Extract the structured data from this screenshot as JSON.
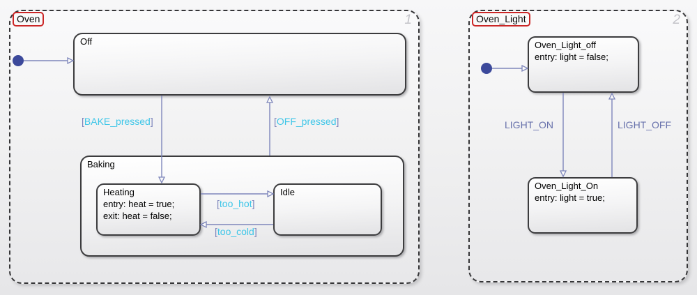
{
  "chart": {
    "tool": "stateflow-chart-canvas",
    "colors": {
      "transition_line": "#7e86bb",
      "condition_text": "#3ec6e8",
      "event_text": "#6670ab",
      "state_border": "#3c3c3e",
      "name_highlight_outline": "#cb2626",
      "initial_dot": "#3c499b",
      "page_number_text": "#c3c3c8"
    }
  },
  "oven": {
    "title": "Oven",
    "page_number": "1",
    "states": {
      "off": {
        "title": "Off"
      },
      "baking": {
        "title": "Baking"
      },
      "heating": {
        "title": "Heating",
        "entry": "entry: heat = true;",
        "exit": "exit: heat = false;"
      },
      "idle": {
        "title": "Idle"
      }
    },
    "transitions": {
      "bake": {
        "open": "[",
        "condition": "BAKE_pressed",
        "close": "]"
      },
      "off": {
        "open": "[",
        "condition": "OFF_pressed",
        "close": "]"
      },
      "too_hot": {
        "open": "[",
        "condition": "too_hot",
        "close": "]"
      },
      "too_cold": {
        "open": "[",
        "condition": "too_cold",
        "close": "]"
      }
    }
  },
  "oven_light": {
    "title": "Oven_Light",
    "page_number": "2",
    "states": {
      "light_off": {
        "title": "Oven_Light_off",
        "entry": "entry: light = false;"
      },
      "light_on": {
        "title": "Oven_Light_On",
        "entry": "entry: light = true;"
      }
    },
    "transitions": {
      "light_on": {
        "event": "LIGHT_ON"
      },
      "light_off": {
        "event": "LIGHT_OFF"
      }
    }
  }
}
